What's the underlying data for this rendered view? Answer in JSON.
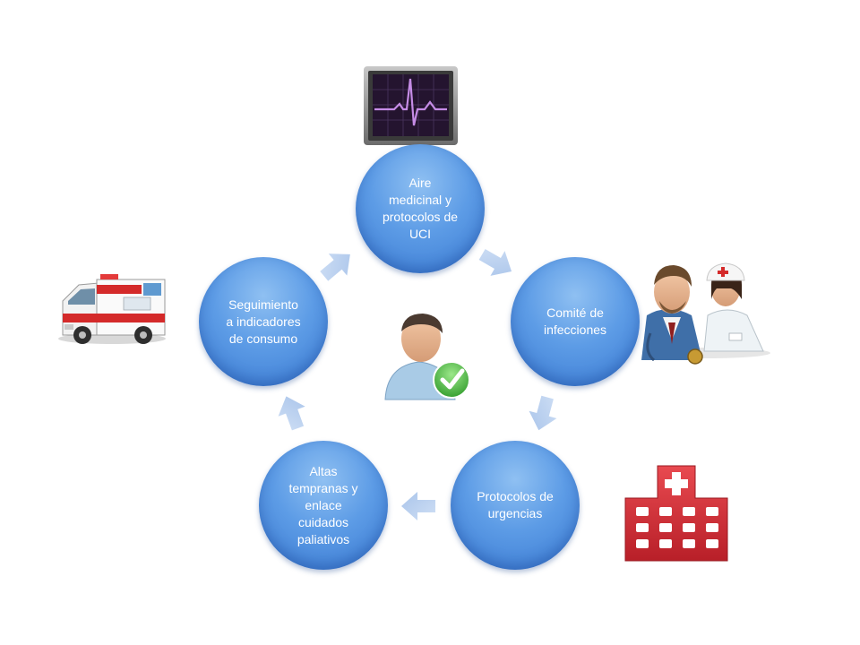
{
  "nodes": [
    {
      "id": "aire",
      "lines": [
        "Aire",
        "medicinal y",
        "protocolos de",
        "UCI"
      ]
    },
    {
      "id": "comite",
      "lines": [
        "Comité de",
        "infecciones"
      ]
    },
    {
      "id": "protocolos",
      "lines": [
        "Protocolos de",
        "urgencias"
      ]
    },
    {
      "id": "altas",
      "lines": [
        "Altas",
        "tempranas y",
        "enlace",
        "cuidados",
        "paliativos"
      ]
    },
    {
      "id": "seguimiento",
      "lines": [
        "Seguimiento",
        "a indicadores",
        "de consumo"
      ]
    }
  ],
  "icons": [
    "heart-monitor-icon",
    "doctors-icon",
    "hospital-icon",
    "ambulance-icon",
    "approved-patient-icon"
  ],
  "colors": {
    "node": "#5d9ce6",
    "arrow": "#b4cdee",
    "hospital": "#d8323a",
    "monitor": "#8a8a8a",
    "screen": "#2a1a3a",
    "ecg": "#c58ce6"
  }
}
